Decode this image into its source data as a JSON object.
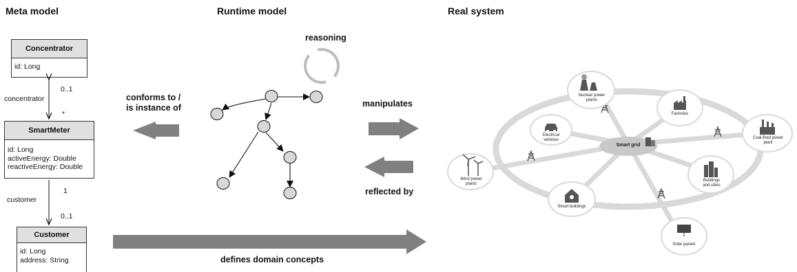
{
  "sections": {
    "meta": "Meta model",
    "runtime": "Runtime model",
    "real": "Real system"
  },
  "classes": {
    "concentrator": {
      "name": "Concentrator",
      "attrs": [
        "id: Long"
      ]
    },
    "smartmeter": {
      "name": "SmartMeter",
      "attrs": [
        "id: Long",
        "activeEnergy: Double",
        "reactiveEnergy: Double"
      ]
    },
    "customer": {
      "name": "Customer",
      "attrs": [
        "id: Long",
        "address: String"
      ]
    }
  },
  "associations": {
    "concentrator_role": "concentrator",
    "mult_0_1_top": "0..1",
    "mult_star": "*",
    "customer_role": "customer",
    "mult_1": "1",
    "mult_0_1_bottom": "0..1"
  },
  "arrows": {
    "conforms": "conforms to /\nis instance of",
    "reasoning": "reasoning",
    "manipulates": "manipulates",
    "reflected": "reflected by",
    "defines": "defines domain concepts"
  },
  "smartgrid": {
    "center": "Smart grid",
    "nodes": {
      "nuclear": "Nuclear power plants",
      "factories": "Factories",
      "coal": "Coal-fired power plant",
      "buildings": "Buildings and cities",
      "solar": "Solar panels",
      "smartbuildings": "Smart buildings",
      "wind": "Wind power plants",
      "vehicles": "Electrical vehicles"
    }
  },
  "colors": {
    "arrow": "#808080",
    "node": "#d8d8d8",
    "ring": "#d9d9d9"
  }
}
